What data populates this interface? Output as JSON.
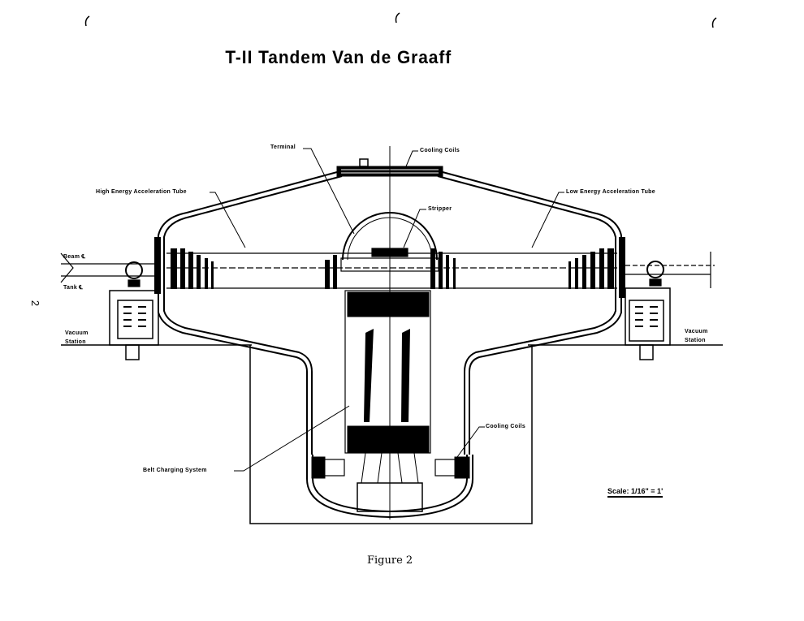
{
  "title": "T-II Tandem Van de Graaff",
  "labels": {
    "terminal": "Terminal",
    "cooling_coils_top": "Cooling Coils",
    "high_energy_tube": "High Energy Acceleration Tube",
    "low_energy_tube": "Low Energy Acceleration Tube",
    "stripper": "Stripper",
    "beam_cl": "Beam ℄",
    "tank_cl": "Tank ℄",
    "vacuum_station_left": "Vacuum Station",
    "vacuum_station_right": "Vacuum Station",
    "belt_charging": "Belt Charging System",
    "cooling_coils_bottom": "Cooling Coils",
    "scale": "Scale: 1/16\" = 1'"
  },
  "caption": "Figure 2",
  "page_number": "2"
}
